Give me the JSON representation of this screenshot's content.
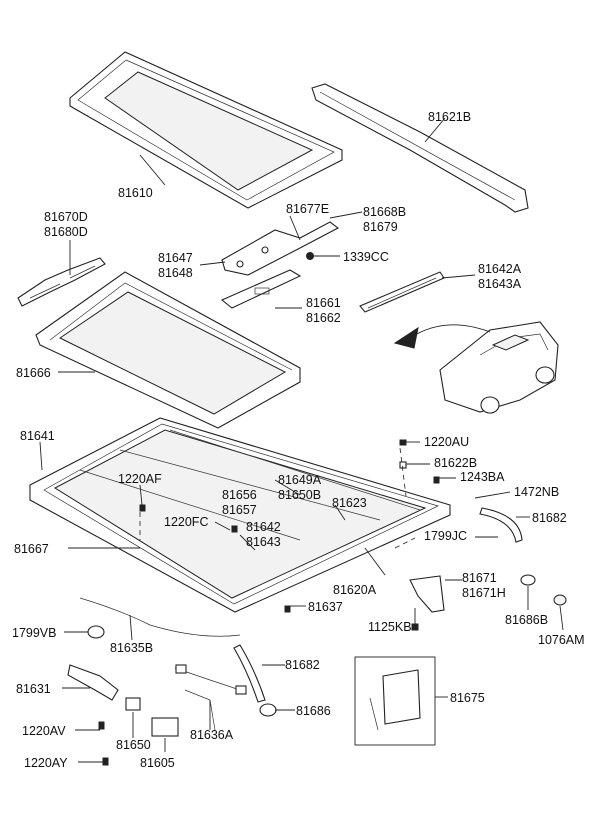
{
  "labels": {
    "p81621B": "81621B",
    "p81610": "81610",
    "p81677E": "81677E",
    "p81668B": "81668B",
    "p81679": "81679",
    "p81670D": "81670D",
    "p81680D": "81680D",
    "p81647": "81647",
    "p81648": "81648",
    "p1339CC": "1339CC",
    "p81642A": "81642A",
    "p81643A": "81643A",
    "p81661": "81661",
    "p81662": "81662",
    "p81666": "81666",
    "p81641": "81641",
    "p1220AU": "1220AU",
    "p81622B": "81622B",
    "p1243BA": "1243BA",
    "p1472NB": "1472NB",
    "p1220AF": "1220AF",
    "p81649A": "81649A",
    "p81650B": "81650B",
    "p81656": "81656",
    "p81657": "81657",
    "p81623": "81623",
    "p81682a": "81682",
    "p1220FC": "1220FC",
    "p81642": "81642",
    "p81643": "81643",
    "p1799JC": "1799JC",
    "p81667": "81667",
    "p81620A": "81620A",
    "p81671": "81671",
    "p81671H": "81671H",
    "p81637": "81637",
    "p81686B": "81686B",
    "p1076AM": "1076AM",
    "p1125KB": "1125KB",
    "p1799VB": "1799VB",
    "p81635B": "81635B",
    "p81682b": "81682",
    "p81631": "81631",
    "p81675": "81675",
    "p81686": "81686",
    "p1220AV": "1220AV",
    "p81650": "81650",
    "p81636A": "81636A",
    "p1220AY": "1220AY",
    "p81605": "81605"
  }
}
